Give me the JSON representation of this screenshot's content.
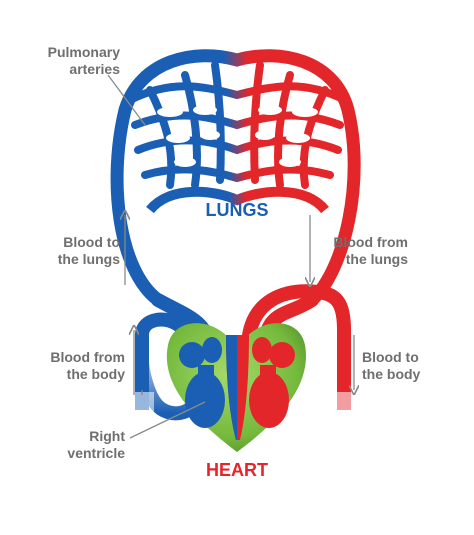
{
  "colors": {
    "deoxygenated": "#1a5fb4",
    "oxygenated": "#e3262a",
    "heart_fill": "#7cc242",
    "label_text": "#6f6f6f",
    "arrow": "#8a8a8a"
  },
  "labels": {
    "pulmonary_arteries_line1": "Pulmonary",
    "pulmonary_arteries_line2": "arteries",
    "lungs": "LUNGS",
    "blood_to_lungs_line1": "Blood to",
    "blood_to_lungs_line2": "the lungs",
    "blood_from_lungs_line1": "Blood from",
    "blood_from_lungs_line2": "the lungs",
    "blood_from_body_line1": "Blood from",
    "blood_from_body_line2": "the body",
    "blood_to_body_line1": "Blood to",
    "blood_to_body_line2": "the body",
    "right_ventricle_line1": "Right",
    "right_ventricle_line2": "ventricle",
    "heart": "HEART"
  }
}
